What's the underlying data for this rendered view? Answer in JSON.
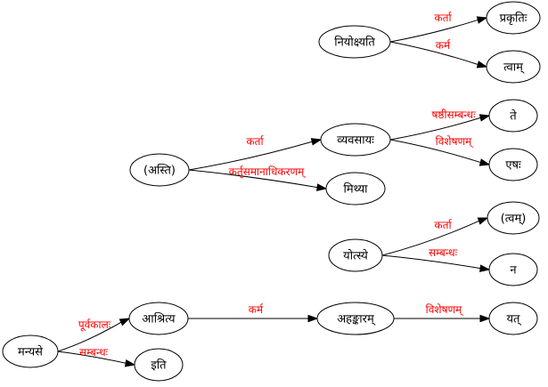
{
  "colors": {
    "edge_label": "#ff0000",
    "node_border": "#000000",
    "text": "#000000",
    "background": "#ffffff"
  },
  "nodes": [
    {
      "id": "niyokshyati",
      "label": "नियोक्ष्यति"
    },
    {
      "id": "prakritih",
      "label": "प्रकृतिः"
    },
    {
      "id": "tvam",
      "label": "त्वाम्"
    },
    {
      "id": "asti",
      "label": "(अस्ति)"
    },
    {
      "id": "vyavasayah",
      "label": "व्यवसायः"
    },
    {
      "id": "mithya",
      "label": "मिथ्या"
    },
    {
      "id": "te",
      "label": "ते"
    },
    {
      "id": "eshah",
      "label": "एषः"
    },
    {
      "id": "yotsye",
      "label": "योत्स्ये"
    },
    {
      "id": "tvam2",
      "label": "(त्वम्)"
    },
    {
      "id": "na",
      "label": "न"
    },
    {
      "id": "manyase",
      "label": "मन्यसे"
    },
    {
      "id": "ashritya",
      "label": "आश्रित्य"
    },
    {
      "id": "iti",
      "label": "इति"
    },
    {
      "id": "ahankaram",
      "label": "अहङ्कारम्"
    },
    {
      "id": "yat",
      "label": "यत्"
    }
  ],
  "edges": [
    {
      "from": "niyokshyati",
      "to": "prakritih",
      "label": "कर्ता"
    },
    {
      "from": "niyokshyati",
      "to": "tvam",
      "label": "कर्म"
    },
    {
      "from": "asti",
      "to": "vyavasayah",
      "label": "कर्ता"
    },
    {
      "from": "asti",
      "to": "mithya",
      "label": "कर्तृसमानाधिकरणम्"
    },
    {
      "from": "vyavasayah",
      "to": "te",
      "label": "षष्ठीसम्बन्धः"
    },
    {
      "from": "vyavasayah",
      "to": "eshah",
      "label": "विशेषणम्"
    },
    {
      "from": "yotsye",
      "to": "tvam2",
      "label": "कर्ता"
    },
    {
      "from": "yotsye",
      "to": "na",
      "label": "सम्बन्धः"
    },
    {
      "from": "manyase",
      "to": "ashritya",
      "label": "पूर्वकालः"
    },
    {
      "from": "manyase",
      "to": "iti",
      "label": "सम्बन्धः"
    },
    {
      "from": "ashritya",
      "to": "ahankaram",
      "label": "कर्म"
    },
    {
      "from": "ahankaram",
      "to": "yat",
      "label": "विशेषणम्"
    }
  ]
}
